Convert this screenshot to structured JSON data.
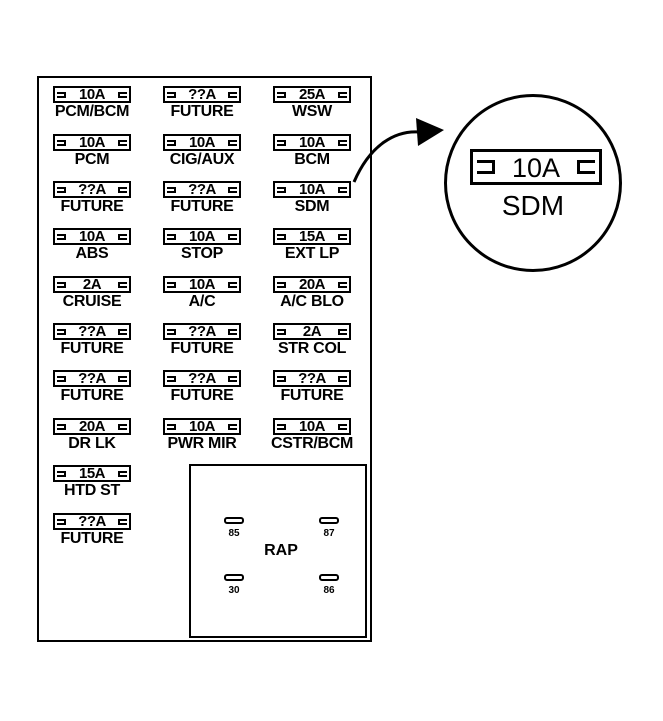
{
  "fuses": [
    {
      "amp": "10A",
      "label": "PCM/BCM"
    },
    {
      "amp": "??A",
      "label": "FUTURE"
    },
    {
      "amp": "25A",
      "label": "WSW"
    },
    {
      "amp": "10A",
      "label": "PCM"
    },
    {
      "amp": "10A",
      "label": "CIG/AUX"
    },
    {
      "amp": "10A",
      "label": "BCM"
    },
    {
      "amp": "??A",
      "label": "FUTURE"
    },
    {
      "amp": "??A",
      "label": "FUTURE"
    },
    {
      "amp": "10A",
      "label": "SDM"
    },
    {
      "amp": "10A",
      "label": "ABS"
    },
    {
      "amp": "10A",
      "label": "STOP"
    },
    {
      "amp": "15A",
      "label": "EXT LP"
    },
    {
      "amp": "2A",
      "label": "CRUISE"
    },
    {
      "amp": "10A",
      "label": "A/C"
    },
    {
      "amp": "20A",
      "label": "A/C BLO"
    },
    {
      "amp": "??A",
      "label": "FUTURE"
    },
    {
      "amp": "??A",
      "label": "FUTURE"
    },
    {
      "amp": "2A",
      "label": "STR COL"
    },
    {
      "amp": "??A",
      "label": "FUTURE"
    },
    {
      "amp": "??A",
      "label": "FUTURE"
    },
    {
      "amp": "??A",
      "label": "FUTURE"
    },
    {
      "amp": "20A",
      "label": "DR LK"
    },
    {
      "amp": "10A",
      "label": "PWR MIR"
    },
    {
      "amp": "10A",
      "label": "CSTR/BCM"
    },
    {
      "amp": "15A",
      "label": "HTD ST"
    },
    {
      "amp": "??A",
      "label": "FUTURE"
    }
  ],
  "relay": {
    "label": "RAP",
    "pins": [
      "85",
      "87",
      "30",
      "86"
    ]
  },
  "detail": {
    "amp": "10A",
    "label": "SDM"
  }
}
